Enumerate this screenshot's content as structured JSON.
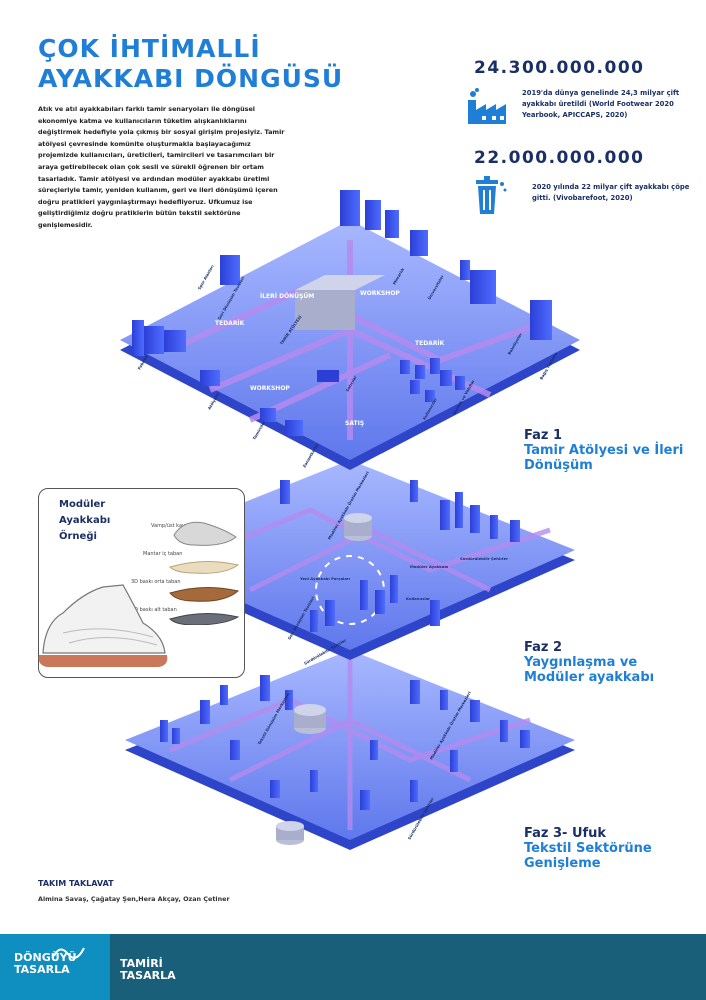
{
  "title": {
    "line1": "ÇOK İHTİMALLİ",
    "line2": "AYAKKABI DÖNGÜSÜ"
  },
  "intro": "Atık ve atıl ayakkabıları farklı tamir senaryoları ile döngüsel ekonomiye katma ve kullanıcıların tüketim alışkanlıklarını değiştirmek hedefiyle yola çıkmış bir sosyal girişim projesiyiz. Tamir atölyesi çevresinde komünite oluşturmakla başlayacağımız projemizde kullanıcıları, üreticileri, tamircileri ve tasarımcıları bir araya getirebilecek olan çok sesli ve sürekli öğrenen bir ortam tasarladık. Tamir atölyesi ve ardından modüler ayakkabı üretimi süreçleriyle tamir, yeniden kullanım, geri ve ileri dönüşümü içeren doğru pratikleri yaygınlaştırmayı hedefliyoruz. Ufkumuz ise geliştirdiğimiz doğru pratiklerin bütün tekstil sektörüne genişlemesidir.",
  "stats": [
    {
      "number": "24.300.000.000",
      "text": "2019'da dünya genelinde 24,3 milyar çift ayakkabı üretildi (World Footwear 2020 Yearbook, APICCAPS, 2020)",
      "icon": "factory-icon"
    },
    {
      "number": "22.000.000.000",
      "text": "2020 yılında 22 milyar çift ayakkabı çöpe gitti. (Vivobarefoot, 2020)",
      "icon": "trash-can-icon"
    }
  ],
  "phases": [
    {
      "title": "Faz 1",
      "subtitle": "Tamir Atölyesi ve İleri Dönüşüm"
    },
    {
      "title": "Faz 2",
      "subtitle": "Yaygınlaşma ve Modüler ayakkabı"
    },
    {
      "title": "Faz 3- Ufuk",
      "subtitle": "Tekstil Sektörüne Genişleme"
    }
  ],
  "map_labels": {
    "layer1": [
      "İLERİ DÖNÜŞÜM",
      "WORKSHOP",
      "TEDARİK",
      "TEDARİK",
      "WORKSHOP",
      "SATIŞ",
      "TAMİR ATÖLYESİ",
      "Fabrika",
      "Atölyeler",
      "Tamirciler",
      "Zanaatkarlar",
      "Kullanıcılar",
      "Dernek ve Vakıflar",
      "Belediyeler",
      "Bağış Toplama",
      "Üniversiteler",
      "Mimarlık",
      "Spor Alanları",
      "Geri Dönüşüm Tesisleri",
      "Satıcılar"
    ],
    "layer2": [
      "Modüler Ayakkabı Üretim Merkezleri",
      "Modüler Ayakkabı",
      "Yeni Ayakkabı Parçaları",
      "Geri Dönüşüm Tesisleri",
      "Sürdürülebilir Şehirler",
      "Kullanıcılar",
      "Sürdürülebilir Şehirler"
    ],
    "layer3": [
      "Tekstil Dönüşüm Merkezleri",
      "Modüler Ayakkabı Üretim Merkezleri",
      "Sürdürülebilir Şehirler"
    ]
  },
  "card": {
    "title": "Modüler Ayakkabı Örneği",
    "parts": [
      "Vamp/üst kaya",
      "Mantar iç taban",
      "3D baskı orta taban",
      "3D baskı alt taban"
    ]
  },
  "team": {
    "name": "TAKIM TAKLAVAT",
    "members": "Almina Savaş, Çağatay Şen,Hera Akçay, Ozan Çetiner"
  },
  "footer": {
    "logo1": "DÖNGÜYÜ TASARLA",
    "logo2": "TAMİRİ TASARLA"
  },
  "colors": {
    "accent": "#1f7fd6",
    "navy": "#1a2f66",
    "platform": "#6b84f0",
    "footer": "#1a5f7a",
    "footer_left": "#0f8fbf"
  }
}
